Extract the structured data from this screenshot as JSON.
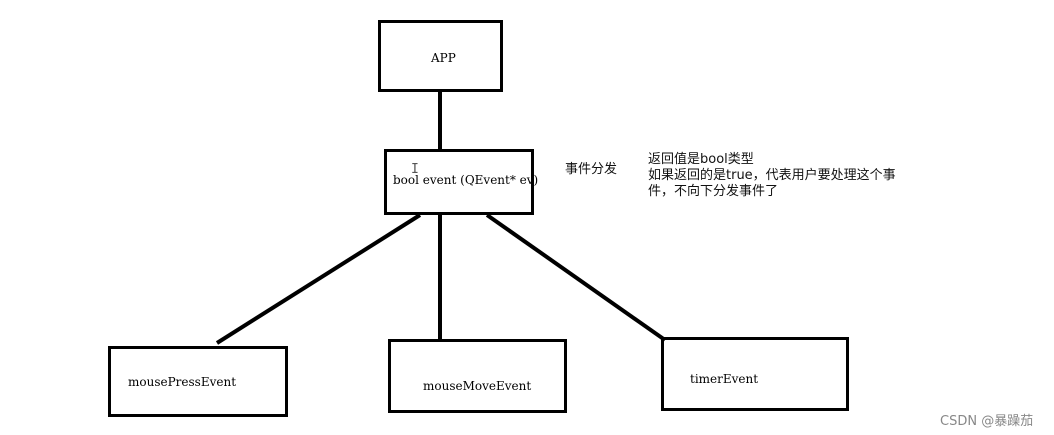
{
  "diagram": {
    "app_box": {
      "label": "APP"
    },
    "event_box": {
      "label": "bool event (QEvent* ev)"
    },
    "dispatch_note": "事件分发",
    "return_note": {
      "line1": "返回值是bool类型",
      "line2": "如果返回的是true，代表用户要处理这个事",
      "line3": "件，不向下分发事件了"
    },
    "children": [
      {
        "label": "mousePressEvent"
      },
      {
        "label": "mouseMoveEvent"
      },
      {
        "label": "timerEvent"
      }
    ],
    "cursor_glyph": "I"
  },
  "watermark": "CSDN @暴躁茄"
}
